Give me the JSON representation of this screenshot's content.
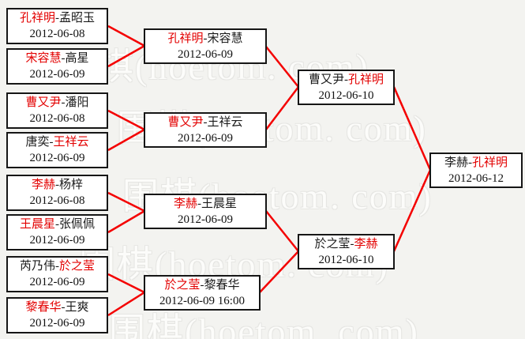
{
  "theme": {
    "background": "#f3f3f0",
    "box_background": "#ffffff",
    "box_border": "#161616",
    "text_color": "#1a1a1a",
    "winner_highlight_color": "#e30000",
    "connector_color": "#f40000",
    "watermark_color": "#fcfcfa"
  },
  "separator": "-",
  "watermark": {
    "text": "围棋(hoetom. com)"
  },
  "bracket": {
    "round1": [
      {
        "player1": "孔祥明",
        "player2": "孟昭玉",
        "date": "2012-06-08",
        "winner": "孔祥明"
      },
      {
        "player1": "宋容慧",
        "player2": "高星",
        "date": "2012-06-09",
        "winner": "宋容慧"
      },
      {
        "player1": "曹又尹",
        "player2": "潘阳",
        "date": "2012-06-08",
        "winner": "曹又尹"
      },
      {
        "player1": "唐奕",
        "player2": "王祥云",
        "date": "2012-06-09",
        "winner": "王祥云"
      },
      {
        "player1": "李赫",
        "player2": "杨梓",
        "date": "2012-06-08",
        "winner": "李赫"
      },
      {
        "player1": "王晨星",
        "player2": "张佩佩",
        "date": "2012-06-09",
        "winner": "王晨星"
      },
      {
        "player1": "芮乃伟",
        "player2": "於之莹",
        "date": "2012-06-09",
        "winner": "於之莹"
      },
      {
        "player1": "黎春华",
        "player2": "王爽",
        "date": "2012-06-09",
        "winner": "黎春华"
      }
    ],
    "round2": [
      {
        "player1": "孔祥明",
        "player2": "宋容慧",
        "date": "2012-06-09",
        "winner": "孔祥明"
      },
      {
        "player1": "曹又尹",
        "player2": "王祥云",
        "date": "2012-06-09",
        "winner": "曹又尹"
      },
      {
        "player1": "李赫",
        "player2": "王晨星",
        "date": "2012-06-09",
        "winner": "李赫"
      },
      {
        "player1": "於之莹",
        "player2": "黎春华",
        "date": "2012-06-09 16:00",
        "winner": "於之莹"
      }
    ],
    "semifinals": [
      {
        "player1": "曹又尹",
        "player2": "孔祥明",
        "date": "2012-06-10",
        "winner": "孔祥明"
      },
      {
        "player1": "於之莹",
        "player2": "李赫",
        "date": "2012-06-10",
        "winner": "李赫"
      }
    ],
    "final": {
      "player1": "李赫",
      "player2": "孔祥明",
      "date": "2012-06-12",
      "winner": "孔祥明"
    }
  }
}
